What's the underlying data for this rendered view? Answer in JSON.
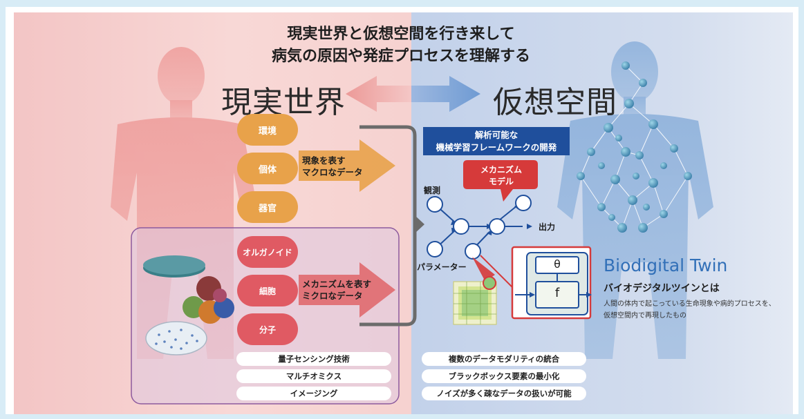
{
  "title": {
    "line1": "現実世界と仮想空間を行き来して",
    "line2": "病気の原因や発症プロセスを理解する"
  },
  "left": {
    "heading": "現実世界",
    "macro_items": [
      "環境",
      "個体",
      "器官"
    ],
    "macro_arrow": [
      "現象を表す",
      "マクロなデータ"
    ],
    "micro_items": [
      "オルガノイド",
      "細胞",
      "分子"
    ],
    "micro_arrow": [
      "メカニズムを表す",
      "ミクロなデータ"
    ],
    "techniques": [
      "量子センシング技術",
      "マルチオミクス",
      "イメージング"
    ]
  },
  "right": {
    "heading": "仮想空間",
    "framework_box": [
      "解析可能な",
      "機械学習フレームワークの開発"
    ],
    "mechanism_box": [
      "メカニズム",
      "モデル"
    ],
    "labels": {
      "observation": "観測",
      "output": "出力",
      "parameter": "パラメーター"
    },
    "theta": "θ",
    "function": "f",
    "features": [
      "複数のデータモダリティの統合",
      "ブラックボックス要素の最小化",
      "ノイズが多く疎なデータの扱いが可能"
    ]
  },
  "bdt": {
    "title": "Biodigital Twin",
    "subtitle": "バイオデジタルツインとは",
    "desc": [
      "人間の体内で起こっている生命現象や病的プロセスを、",
      "仮想空間内で再現したもの"
    ]
  },
  "colors": {
    "left_bg": "#f3c5c5",
    "right_bg": "#c2d1ea",
    "macro_pill": "#e8a24a",
    "micro_pill": "#e05a63",
    "navy": "#1f4f9c",
    "mechanism_red": "#d63a3a",
    "bdt_blue": "#3270b8"
  }
}
